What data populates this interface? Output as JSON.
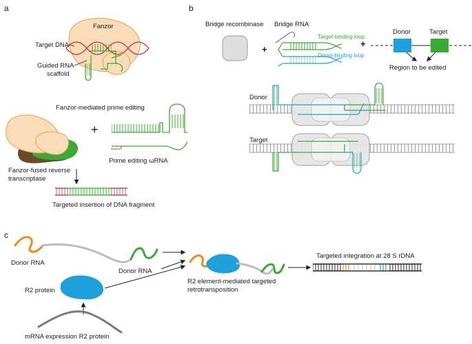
{
  "panels": {
    "a": "a",
    "b": "b",
    "c": "c"
  },
  "panel_a": {
    "fanzor": "Fanzor",
    "target_dna": "Target DNA",
    "guided_rna_line1": "Guided RNA",
    "guided_rna_line2": "scaffold",
    "prime_editing_title": "Fanzor-mediated prime editing",
    "plus": "+",
    "fused_rt_line1": "Fanzor-fused reverse",
    "fused_rt_line2": "transcriptase",
    "prime_editing_rna": "Prime editing ωRNA",
    "insertion": "Targeted insertion of DNA fragment"
  },
  "panel_b": {
    "bridge_recombinase": "Bridge recombinase",
    "bridge_rna": "Bridge RNA",
    "plus": "+",
    "target_binding_loop": "Target-binding loop",
    "donor_binding_loop": "Donor-binding loop",
    "donor": "Donor",
    "target": "Target",
    "region": "Region to be edited",
    "donor_row": "Donor",
    "target_row": "Target"
  },
  "panel_c": {
    "donor_rna": "Donor RNA",
    "donor_rna_2": "Donor RNA",
    "r2_protein": "R2 protein",
    "mrna_expression": "mRNA expression R2 protein",
    "r2_mediated_line1": "R2 element-mediated targeted",
    "r2_mediated_line2": "retrotransposition",
    "integration": "Targeted integration at 28 S rDNA"
  },
  "colors": {
    "fanzor_fill": "#f9dcb8",
    "fanzor_edge": "#e8a14a",
    "dna_red": "#d7263d",
    "rna_green": "#3aaa35",
    "rna_blue": "#1ea0dc",
    "recombinase_gray": "#d4d4d4",
    "donor_blue": "#1ea0dc",
    "target_green": "#3aaa35",
    "r2_blue": "#1ea0dc",
    "orange": "#f08a1c",
    "gray_rna": "#bdbdbd",
    "brown": "#6b4a2b"
  }
}
